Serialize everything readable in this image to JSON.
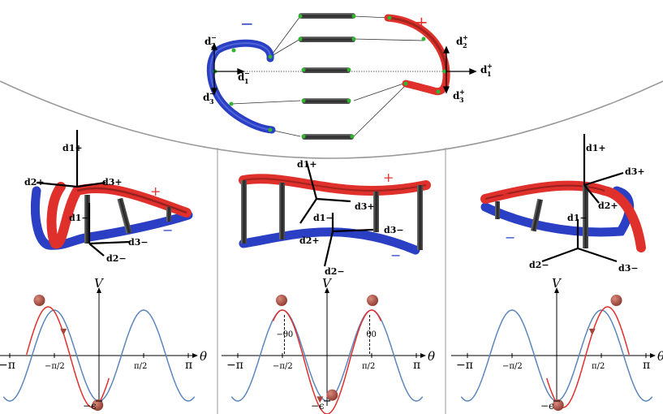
{
  "top": {
    "minus": "−",
    "plus": "+",
    "d1m": "d",
    "d1m_sup": "−",
    "d1m_sub": "1",
    "d2m": "d",
    "d2m_sup": "−",
    "d2m_sub": "2",
    "d3m": "d",
    "d3m_sup": "−",
    "d3m_sub": "3",
    "d1p": "d",
    "d1p_sup": "+",
    "d1p_sub": "1",
    "d2p": "d",
    "d2p_sup": "+",
    "d2p_sub": "2",
    "d3p": "d",
    "d3p_sup": "+",
    "d3p_sub": "3"
  },
  "panels": [
    {
      "frame_labels": {
        "d1p": "d1+",
        "d3p": "d3+",
        "d2p": "d2+",
        "d1m": "d1−",
        "d2m": "d2−",
        "d3m": "d3−",
        "plus": "+",
        "minus": "−"
      },
      "plot": {
        "V": "V",
        "theta": "θ",
        "ticks": [
          "−π",
          "−π/2",
          "π/2",
          "π"
        ],
        "eps": "−ϵ"
      }
    },
    {
      "frame_labels": {
        "d1p": "d1+",
        "d3p": "d3+",
        "d2p": "d2+",
        "d1m": "d1−",
        "d2m": "d2−",
        "d3m": "d3−",
        "plus": "+",
        "minus": "−"
      },
      "plot": {
        "V": "V",
        "theta": "θ",
        "ticks": [
          "−π",
          "−π/2",
          "π/2",
          "π"
        ],
        "eps": "−ϵ",
        "theta0_neg": "−θ0",
        "theta0_pos": "θ0"
      }
    },
    {
      "frame_labels": {
        "d1p": "d1+",
        "d3p": "d3+",
        "d2p": "d2+",
        "d1m": "d1−",
        "d2m": "d2−",
        "d3m": "d3−",
        "plus": "+",
        "minus": "−"
      },
      "plot": {
        "V": "V",
        "theta": "θ",
        "ticks": [
          "−π",
          "−π/2",
          "π/2",
          "π"
        ],
        "eps": "−ϵ"
      }
    }
  ],
  "colors": {
    "red": "#e0302c",
    "blue": "#2a3fc4",
    "rod": "#3c3c3c",
    "bead": "#a8453a",
    "curve_red": "#e0302c",
    "curve_blue": "#5b86bd"
  }
}
